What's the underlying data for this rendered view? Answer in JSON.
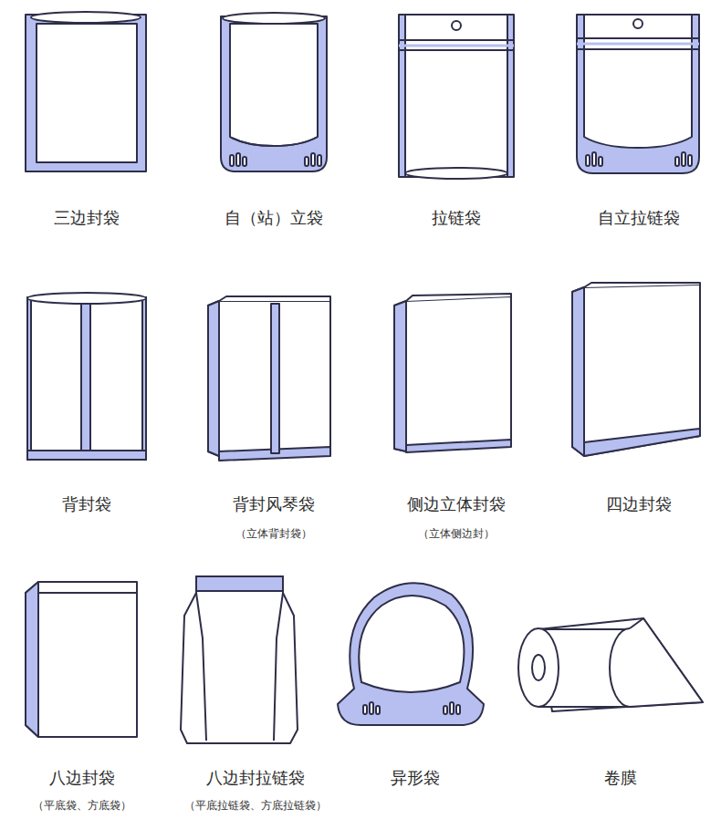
{
  "diagram": {
    "labels": [
      "三边封袋",
      "自（站）立袋",
      "拉链袋",
      "自立拉链袋",
      "背封袋",
      "背封风琴袋",
      "（立体背封袋）",
      "侧边立体封袋",
      "（立体侧边封）",
      "四边封袋",
      "八边封袋",
      "（平底袋、方底袋）",
      "八边封拉链袋",
      "（平底拉链袋、方底拉链袋）",
      "异形袋",
      "卷膜"
    ]
  }
}
